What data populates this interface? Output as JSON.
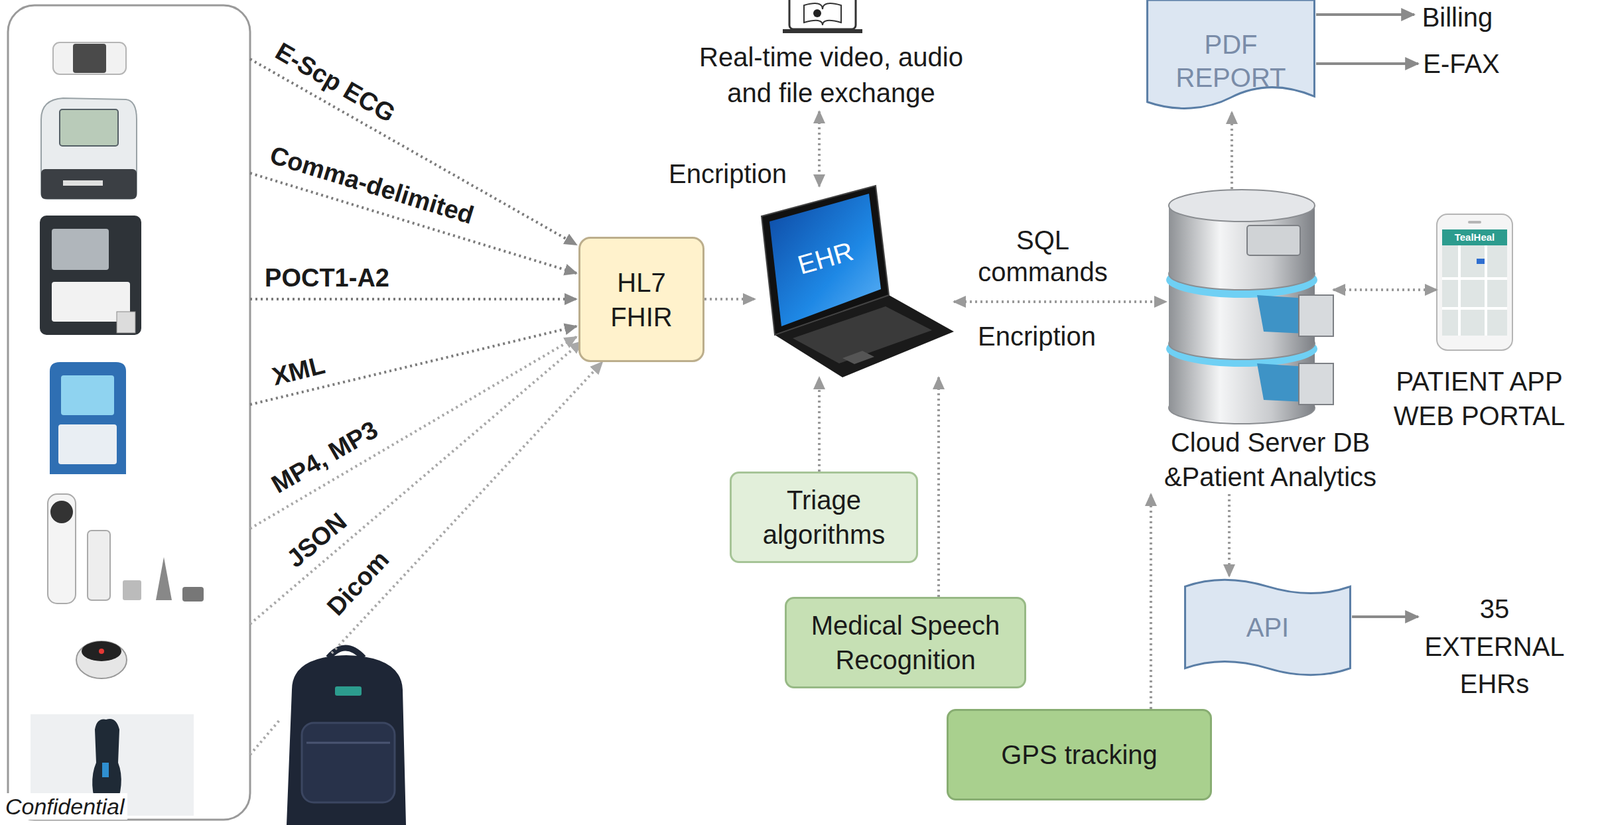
{
  "diagram": {
    "nodes": [
      {
        "text": [
          "Real-time video, audio and file exchange"
        ]
      },
      {
        "text": [
          "HL7 FHIR"
        ]
      },
      {
        "text": [
          "EHR"
        ]
      },
      {
        "text": [
          "PDF REPORT"
        ]
      },
      {
        "text": [
          "Billing"
        ]
      },
      {
        "text": [
          "E-FAX"
        ]
      },
      {
        "text": [
          "Cloud Server DB &Patient Analytics"
        ]
      },
      {
        "text": [
          "PATIENT APP WEB PORTAL"
        ]
      },
      {
        "text": [
          "Triage algorithms"
        ]
      },
      {
        "text": [
          "Medical Speech Recognition"
        ]
      },
      {
        "text": [
          "API"
        ]
      },
      {
        "text": [
          "35 EXTERNAL EHRs"
        ]
      },
      {
        "text": [
          "GPS tracking"
        ]
      }
    ],
    "edges": [
      {
        "from": 0,
        "to": 2,
        "arrow": "both",
        "label": "Encription"
      },
      {
        "from": 1,
        "to": 2,
        "arrow": "to"
      },
      {
        "from": 2,
        "to": 6,
        "arrow": "both",
        "label": "SQL commands"
      },
      {
        "from": 6,
        "to": 3,
        "arrow": "to"
      },
      {
        "from": 3,
        "to": 4,
        "arrow": "to"
      },
      {
        "from": 3,
        "to": 5,
        "arrow": "to"
      },
      {
        "from": 6,
        "to": 7,
        "arrow": "both"
      },
      {
        "from": 8,
        "to": 2,
        "arrow": "to"
      },
      {
        "from": 9,
        "to": 2,
        "arrow": "to"
      },
      {
        "from": 6,
        "to": 10,
        "arrow": "to"
      },
      {
        "from": 10,
        "to": 11,
        "arrow": "to"
      },
      {
        "from": 12,
        "to": 6,
        "arrow": "to"
      }
    ],
    "labels": [
      "E-Scp ECG",
      "Comma-delimited",
      "POCT1-A2",
      "XML",
      "MP4, MP3",
      "JSON",
      "Dicom",
      "Encription",
      "TealHeal",
      "Confidential"
    ]
  }
}
